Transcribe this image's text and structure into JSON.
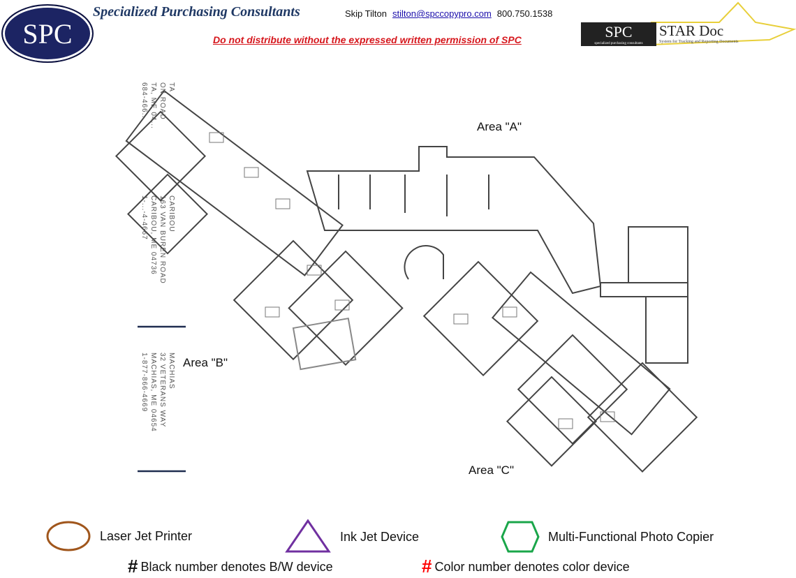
{
  "header": {
    "logo_text": "SPC",
    "company": "Specialized Purchasing Consultants",
    "contact_name": "Skip Tilton",
    "email": "stilton@spccopypro.com",
    "phone": "800.750.1538",
    "warning": "Do not distribute without the expressed written permission of SPC",
    "star_logo_left": "SPC",
    "star_logo_right": "STAR Doc",
    "star_logo_sub1": "specialized purchasing consultants",
    "star_logo_sub2": "System for Tracking and Reporting Documents"
  },
  "floorplan": {
    "areas": [
      "Area \"A\"",
      "Area \"B\"",
      "Area \"C\""
    ],
    "addresses": [
      {
        "lines": [
          "TA",
          "ON ROAD",
          "TA, ME 04...",
          "684-466..."
        ]
      },
      {
        "lines": [
          "CARIBOU",
          "163 VAN BUREN ROAD",
          "CARIBOU, ME 04736",
          "1-...-4-4667"
        ]
      },
      {
        "lines": [
          "MACHIAS",
          "32 VETERANS WAY",
          "MACHIAS, ME 04654",
          "1-877-866-4669"
        ]
      }
    ]
  },
  "legend": {
    "laser": "Laser Jet Printer",
    "inkjet": "Ink Jet Device",
    "mfp": "Multi-Functional Photo Copier",
    "hash": "#",
    "bw": "Black number denotes B/W device",
    "color": "Color number denotes color device",
    "colors": {
      "laser": "#a0561c",
      "inkjet": "#7030a0",
      "mfp": "#1aa64a",
      "color_hash": "#ff0000"
    }
  }
}
